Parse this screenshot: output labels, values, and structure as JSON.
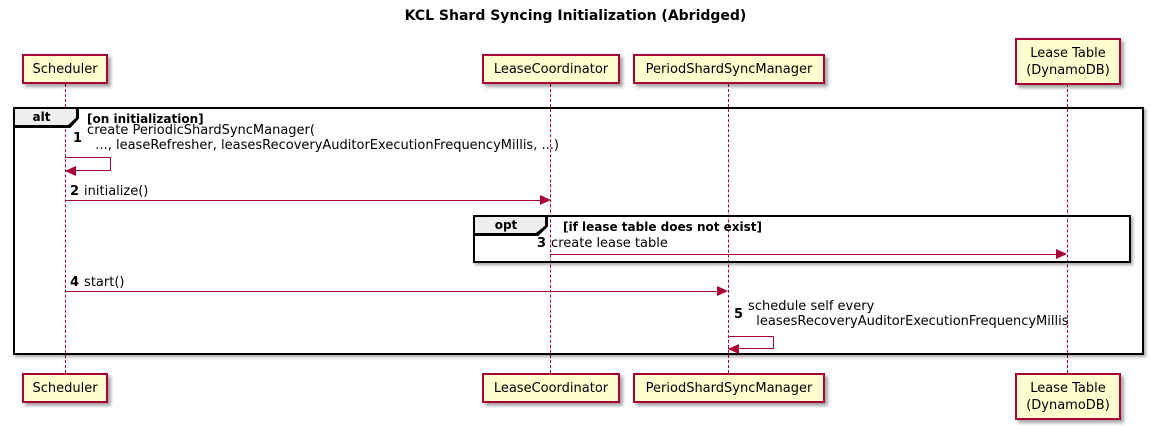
{
  "title": "KCL Shard Syncing Initialization (Abridged)",
  "participants": {
    "scheduler": "Scheduler",
    "lease_coordinator": "LeaseCoordinator",
    "period_shard_sync_manager": "PeriodShardSyncManager",
    "lease_table": "Lease Table\n(DynamoDB)"
  },
  "frames": {
    "alt": {
      "operator": "alt",
      "guard": "[on initialization]"
    },
    "opt": {
      "operator": "opt",
      "guard": "[if lease table does not exist]"
    }
  },
  "messages": {
    "m1": {
      "num": "1",
      "from": "Scheduler",
      "to": "Scheduler",
      "kind": "self",
      "text": "create PeriodicShardSyncManager(\n  ..., leaseRefresher, leasesRecoveryAuditorExecutionFrequencyMillis, ...)"
    },
    "m2": {
      "num": "2",
      "from": "Scheduler",
      "to": "LeaseCoordinator",
      "kind": "arrow",
      "text": "initialize()"
    },
    "m3": {
      "num": "3",
      "from": "LeaseCoordinator",
      "to": "Lease Table (DynamoDB)",
      "kind": "arrow",
      "text": "create lease table"
    },
    "m4": {
      "num": "4",
      "from": "Scheduler",
      "to": "PeriodShardSyncManager",
      "kind": "arrow",
      "text": "start()"
    },
    "m5": {
      "num": "5",
      "from": "PeriodShardSyncManager",
      "to": "PeriodShardSyncManager",
      "kind": "self",
      "text": "schedule self every\n  leasesRecoveryAuditorExecutionFrequencyMillis"
    }
  },
  "colors": {
    "participant_fill": "#FEFECE",
    "participant_border": "#A80036",
    "lifeline": "#A80036",
    "arrow": "#A80036",
    "frame_border": "#000000",
    "frame_label_fill": "#EEEEEE",
    "text": "#000000",
    "background": "#FFFFFF"
  }
}
